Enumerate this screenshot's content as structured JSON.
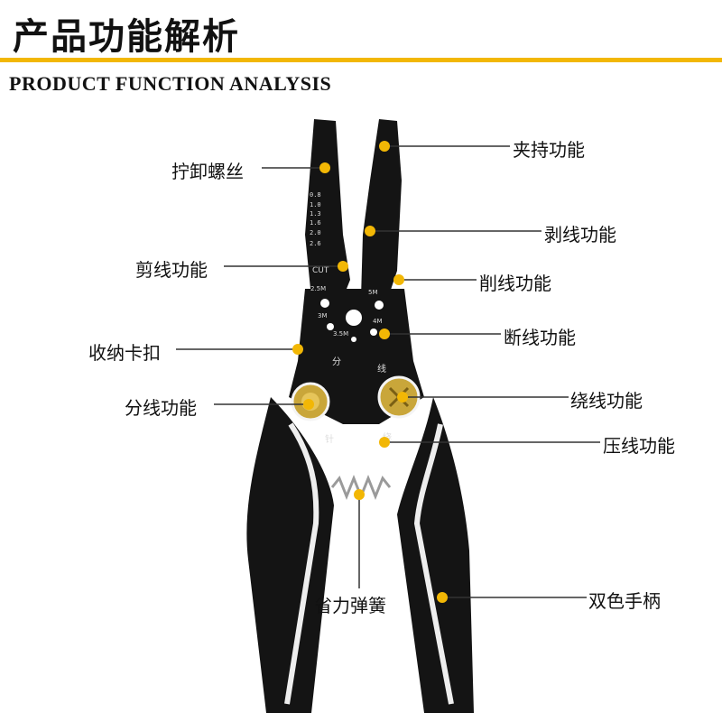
{
  "header": {
    "title": "产品功能解析",
    "subtitle": "PRODUCT FUNCTION ANALYSIS"
  },
  "callouts": {
    "clamp": "夹持功能",
    "screw": "拧卸螺丝",
    "strip": "剥线功能",
    "cut": "剪线功能",
    "shave": "削线功能",
    "break": "断线功能",
    "buckle": "收纳卡扣",
    "split": "分线功能",
    "wind": "绕线功能",
    "crimp": "压线功能",
    "spring": "省力弹簧",
    "handle": "双色手柄"
  },
  "tool_markings": {
    "gauges": [
      "0.8",
      "1.0",
      "1.3",
      "1.6",
      "2.0",
      "2.6"
    ],
    "cut": "CUT",
    "holes": [
      "2.5M",
      "5M",
      "3M",
      "4M",
      "3.5M"
    ],
    "glyphs": [
      "分",
      "线",
      "针",
      "绕"
    ]
  },
  "colors": {
    "accent": "#f2b705",
    "tool": "#141414",
    "brass": "#c9a63a"
  }
}
